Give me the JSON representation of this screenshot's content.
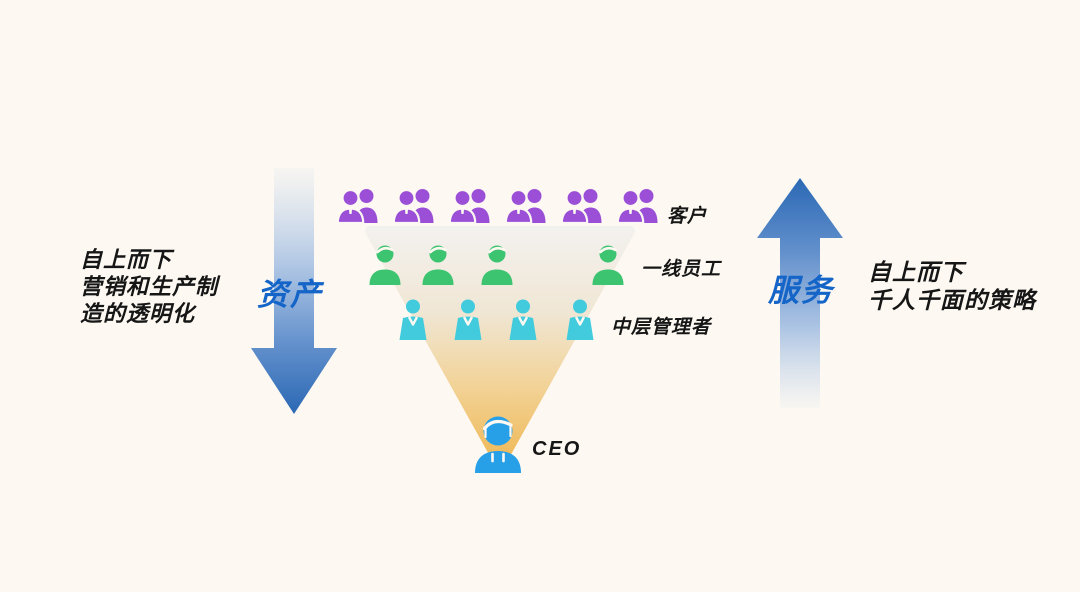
{
  "left_annotation": {
    "lines": [
      "自上而下",
      "营销和生产制",
      "造的透明化"
    ]
  },
  "left_arrow": {
    "label": "资产",
    "direction": "down"
  },
  "right_arrow": {
    "label": "服务",
    "direction": "up"
  },
  "right_annotation": {
    "lines": [
      "自上而下",
      "千人千面的策略"
    ]
  },
  "pyramid": {
    "rows": [
      {
        "label": "客户",
        "icon": "customer-group-icon",
        "color": "#9B4ED6",
        "count": 6
      },
      {
        "label": "一线员工",
        "icon": "employee-icon",
        "color": "#3DC470",
        "count": 4
      },
      {
        "label": "中层管理者",
        "icon": "manager-icon",
        "color": "#41CBDD",
        "count": 4
      },
      {
        "label": "CEO",
        "icon": "ceo-icon",
        "color": "#28A0E8",
        "count": 1
      }
    ]
  },
  "palette": {
    "background": "#FDF9F2",
    "arrow_blue": "#2B68B4",
    "label_blue": "#1565C8",
    "text_color": "#161616",
    "funnel_top": "#F3F1EE",
    "funnel_bottom": "#EFB855"
  }
}
